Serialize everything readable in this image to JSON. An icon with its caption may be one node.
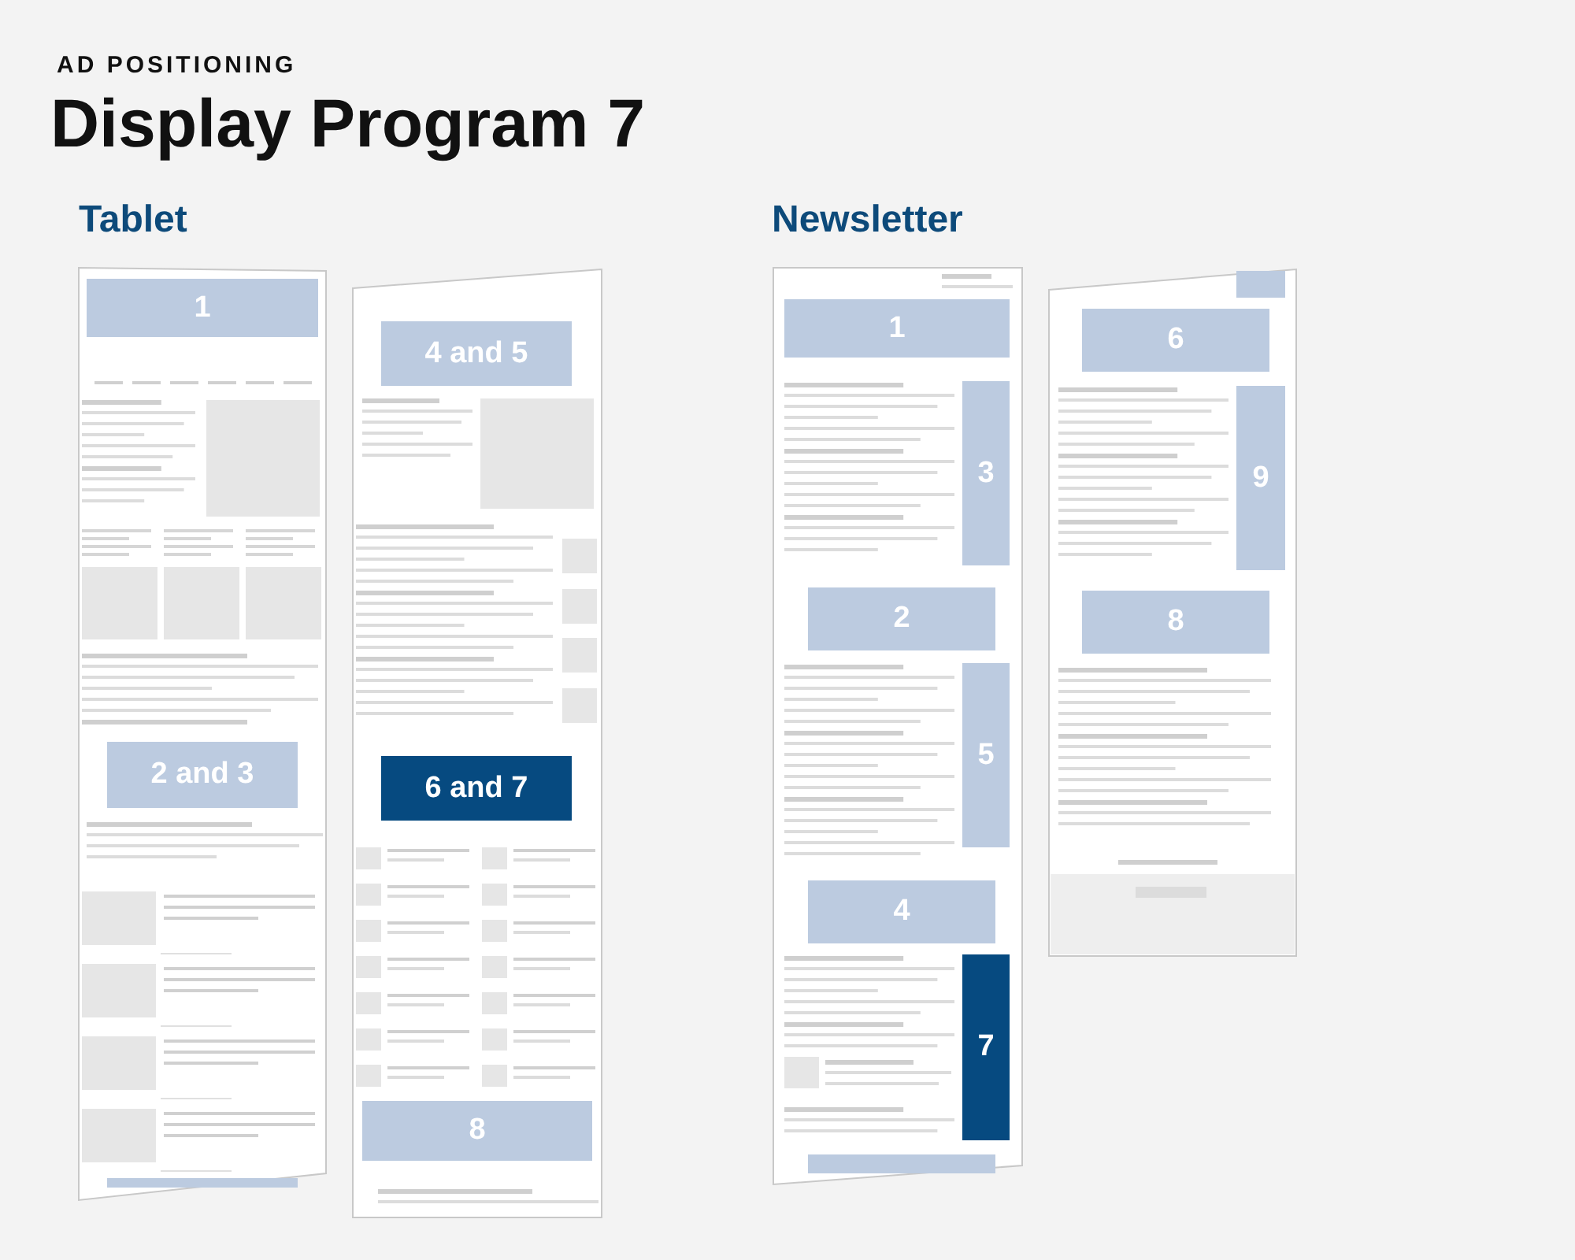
{
  "diagram": {
    "title": "Display Program 7",
    "nodes": [
      {
        "text": [
          "1"
        ]
      },
      {
        "text": [
          "2 and 3"
        ]
      },
      {
        "text": [],
        "shape": "bar"
      },
      {
        "text": [
          "4 and 5"
        ]
      },
      {
        "text": [
          "6 and 7"
        ]
      },
      {
        "text": [
          "8"
        ]
      },
      {
        "text": [
          "1"
        ]
      },
      {
        "text": [
          "3"
        ]
      },
      {
        "text": [
          "2"
        ]
      },
      {
        "text": [
          "5"
        ]
      },
      {
        "text": [
          "4"
        ]
      },
      {
        "text": [
          "7"
        ]
      },
      {
        "text": [],
        "shape": "bar"
      },
      {
        "text": [],
        "shape": "bar"
      },
      {
        "text": [
          "6"
        ]
      },
      {
        "text": [
          "9"
        ]
      },
      {
        "text": [
          "8"
        ]
      }
    ],
    "labels": [
      "AD POSITIONING",
      "Tablet",
      "Newsletter"
    ]
  }
}
